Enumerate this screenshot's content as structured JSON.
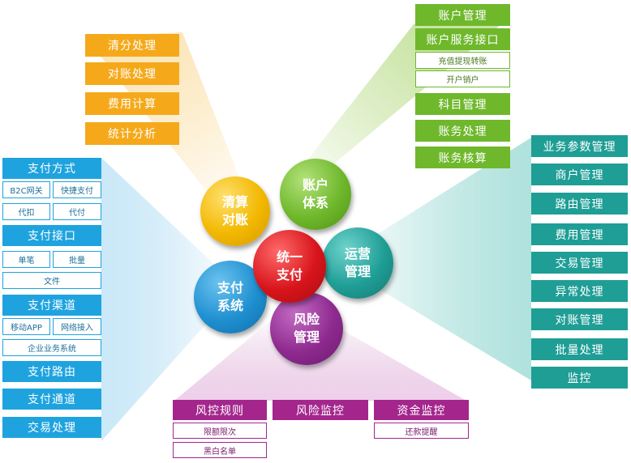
{
  "center": {
    "label": "统一\n支付",
    "color": "#d8141b"
  },
  "circles": {
    "settlement": {
      "label": "清算\n对账",
      "color": "#f2b800"
    },
    "account": {
      "label": "账户\n体系",
      "color": "#6fb82c"
    },
    "operation": {
      "label": "运营\n管理",
      "color": "#1f9e96"
    },
    "risk": {
      "label": "风险\n管理",
      "color": "#8e2a8f"
    },
    "payment": {
      "label": "支付\n系统",
      "color": "#1e8fd0"
    }
  },
  "settlement_items": [
    "清分处理",
    "对账处理",
    "费用计算",
    "统计分析"
  ],
  "account_items": {
    "account_mgmt": "账户管理",
    "service_api": "账户服务接口",
    "api_subs": [
      "充值提现转账",
      "开户销户"
    ],
    "others": [
      "科目管理",
      "账务处理",
      "账务核算"
    ]
  },
  "operation_items": [
    "业务参数管理",
    "商户管理",
    "路由管理",
    "费用管理",
    "交易管理",
    "异常处理",
    "对账管理",
    "批量处理",
    "监控"
  ],
  "payment_items": {
    "methods": "支付方式",
    "method_subs": [
      "B2C网关",
      "快捷支付",
      "代扣",
      "代付"
    ],
    "interfaces": "支付接口",
    "interface_subs": [
      "单笔",
      "批量",
      "文件"
    ],
    "channels": "支付渠道",
    "channel_subs": [
      "移动APP",
      "网络接入",
      "企业业务系统"
    ],
    "routing": "支付路由",
    "pathway": "支付通道",
    "processing": "交易处理"
  },
  "risk_items": {
    "rules": "风控规则",
    "rule_subs": [
      "限额限次",
      "黑白名单"
    ],
    "monitor": "风险监控",
    "funds": "资金监控",
    "fund_subs": [
      "还款提醒"
    ]
  }
}
